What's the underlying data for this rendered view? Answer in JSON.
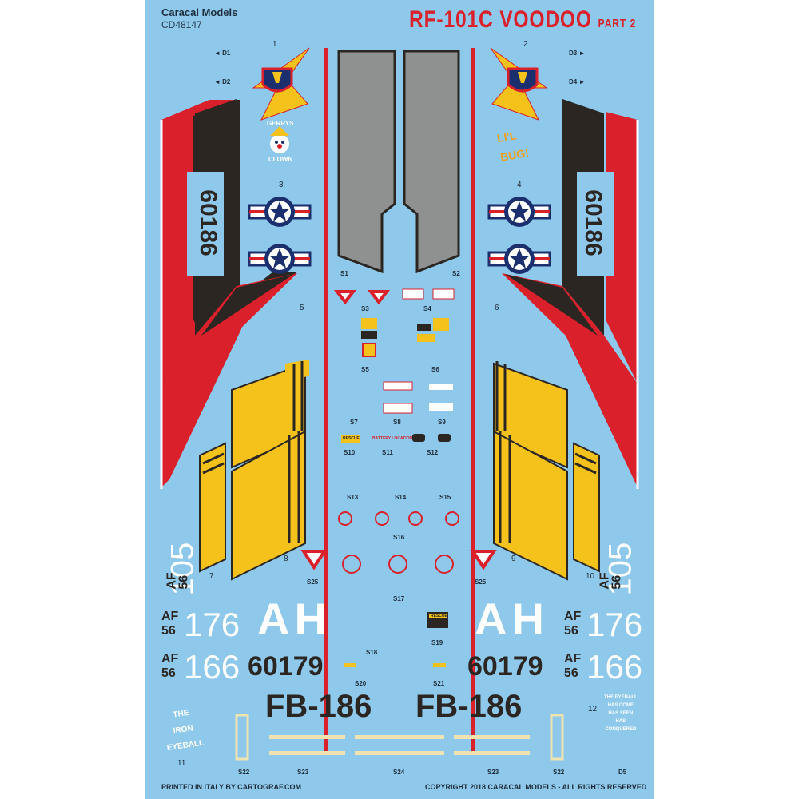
{
  "sheet": {
    "brand": "Caracal Models",
    "code": "CD48147",
    "title": "RF-101C  VOODOO",
    "title_part": "PART 2",
    "footer_left": "PRINTED IN ITALY BY CARTOGRAF.COM",
    "footer_right": "COPYRIGHT 2018 CARACAL MODELS - ALL RIGHTS RESERVED"
  },
  "numbers": {
    "n1": "1",
    "n2": "2",
    "n3": "3",
    "n4": "4",
    "n5": "5",
    "n6": "6",
    "n7": "7",
    "n8": "8",
    "n9": "9",
    "n10": "10",
    "n11": "11",
    "n12": "12"
  },
  "detail_labels": {
    "d1": "◄ D1",
    "d2": "◄ D2",
    "d3": "D3 ►",
    "d4": "D4 ►",
    "d5": "D5"
  },
  "stencil_labels": {
    "s1": "S1",
    "s2": "S2",
    "s3": "S3",
    "s4": "S4",
    "s5": "S5",
    "s6": "S6",
    "s7": "S7",
    "s8": "S8",
    "s9": "S9",
    "s10": "S10",
    "s11": "S11",
    "s12": "S12",
    "s13": "S13",
    "s14": "S14",
    "s15": "S15",
    "s16": "S16",
    "s17": "S17",
    "s18": "S18",
    "s19": "S19",
    "s20": "S20",
    "s21": "S21",
    "s22a": "S22",
    "s22b": "S22",
    "s23a": "S23",
    "s23b": "S23",
    "s24": "S24",
    "s25a": "S25",
    "s25b": "S25"
  },
  "markings": {
    "serial_left": "60186",
    "serial_right": "60186",
    "af105": "105",
    "af105_prefix_top": "AF",
    "af105_prefix_bottom": "56",
    "af176_top": "AF",
    "af176_bottom": "56",
    "af176": "176",
    "af166_top": "AF",
    "af166_bottom": "56",
    "af166": "166",
    "af176_r_top": "AF",
    "af176_r_bottom": "56",
    "af176_r": "176",
    "af166_r_top": "AF",
    "af166_r_bottom": "56",
    "af166_r": "166",
    "ah_left": "AH",
    "ah_right": "AH",
    "tail_left": "60179",
    "tail_right": "60179",
    "buzz_left": "FB-186",
    "buzz_right": "FB-186",
    "iron_eyeball": [
      "THE",
      "IRON",
      "EYEBALL"
    ],
    "eyeball_right": [
      "THE EYEBALL",
      "HAS COME",
      "HAS SEEN",
      "HAS",
      "CONQUERED"
    ],
    "clown_top": "GERRYS",
    "clown_bottom": "CLOWN",
    "lil_bug": [
      "LI'L",
      "BUG!"
    ],
    "rescue": "RESCUE",
    "battery": "BATTERY LOCATION",
    "rescue_big": "RESCUE"
  },
  "colors": {
    "sheet_bg": "#8ec9ec",
    "red": "#d9202b",
    "black": "#2c2622",
    "yellow": "#f5c21b",
    "gray": "#8e9190",
    "white": "#ffffff",
    "insignia_blue": "#1b2f6e"
  },
  "icons": {
    "insignia": "usaf-star-and-bar-roundel",
    "tac_badge": "tactical-air-command-shield-with-lightning",
    "clown": "clown-face-nose-art",
    "warning_triangle": "red-warning-triangle"
  }
}
